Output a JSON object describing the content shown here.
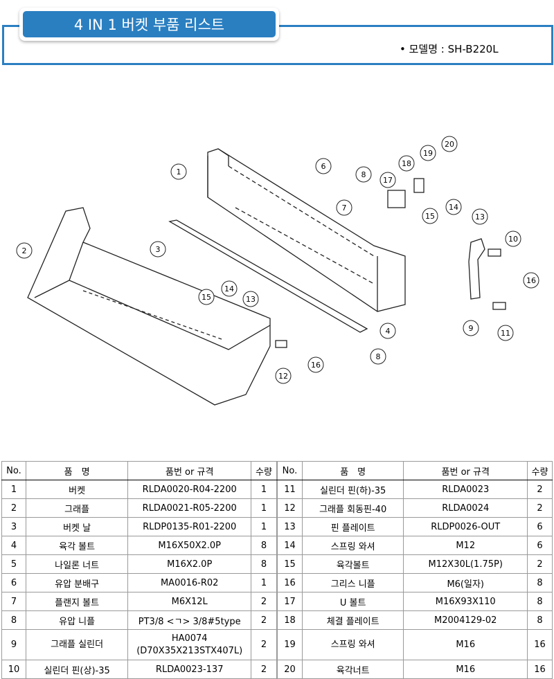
{
  "header": {
    "title": "4 IN 1 버켓 부품 리스트",
    "model": "• 모델명 : SH-B220L"
  },
  "diagram": {
    "callouts": [
      "1",
      "2",
      "3",
      "4",
      "6",
      "7",
      "8",
      "8",
      "9",
      "10",
      "11",
      "12",
      "13",
      "14",
      "15",
      "16",
      "16",
      "17",
      "18",
      "19",
      "20",
      "15",
      "14",
      "13"
    ]
  },
  "table": {
    "headers": [
      "No.",
      "품　명",
      "품번 or 규격",
      "수량"
    ],
    "left": [
      {
        "no": "1",
        "name": "버켓",
        "spec": "RLDA0020-R04-2200",
        "qty": "1"
      },
      {
        "no": "2",
        "name": "그래플",
        "spec": "RLDA0021-R05-2200",
        "qty": "1"
      },
      {
        "no": "3",
        "name": "버켓 날",
        "spec": "RLDP0135-R01-2200",
        "qty": "1"
      },
      {
        "no": "4",
        "name": "육각 볼트",
        "spec": "M16X50X2.0P",
        "qty": "8"
      },
      {
        "no": "5",
        "name": "나일론 너트",
        "spec": "M16X2.0P",
        "qty": "8"
      },
      {
        "no": "6",
        "name": "유압 분배구",
        "spec": "MA0016-R02",
        "qty": "1"
      },
      {
        "no": "7",
        "name": "플랜지 볼트",
        "spec": "M6X12L",
        "qty": "2"
      },
      {
        "no": "8",
        "name": "유압 니플",
        "spec": "PT3/8 <ㄱ> 3/8#5type",
        "qty": "2"
      },
      {
        "no": "9",
        "name": "그래플 실린더",
        "spec": "HA0074",
        "spec2": "(D70X35X213STX407L)",
        "qty": "2"
      },
      {
        "no": "10",
        "name": "실린더 핀(상)-35",
        "spec": "RLDA0023-137",
        "qty": "2"
      }
    ],
    "right": [
      {
        "no": "11",
        "name": "실린더 핀(하)-35",
        "spec": "RLDA0023",
        "qty": "2"
      },
      {
        "no": "12",
        "name": "그래플 회동핀-40",
        "spec": "RLDA0024",
        "qty": "2"
      },
      {
        "no": "13",
        "name": "핀 플레이트",
        "spec": "RLDP0026-OUT",
        "qty": "6"
      },
      {
        "no": "14",
        "name": "스프링 와셔",
        "spec": "M12",
        "qty": "6"
      },
      {
        "no": "15",
        "name": "육각볼트",
        "spec": "M12X30L(1.75P)",
        "qty": "2"
      },
      {
        "no": "16",
        "name": "그리스 니플",
        "spec": "M6(일자)",
        "qty": "8"
      },
      {
        "no": "17",
        "name": "U 볼트",
        "spec": "M16X93X110",
        "qty": "8"
      },
      {
        "no": "18",
        "name": "체결 플레이트",
        "spec": "M2004129-02",
        "qty": "8"
      },
      {
        "no": "19",
        "name": "스프링 와셔",
        "spec": "M16",
        "qty": "16"
      },
      {
        "no": "20",
        "name": "육각너트",
        "spec": "M16",
        "qty": "16"
      }
    ]
  }
}
